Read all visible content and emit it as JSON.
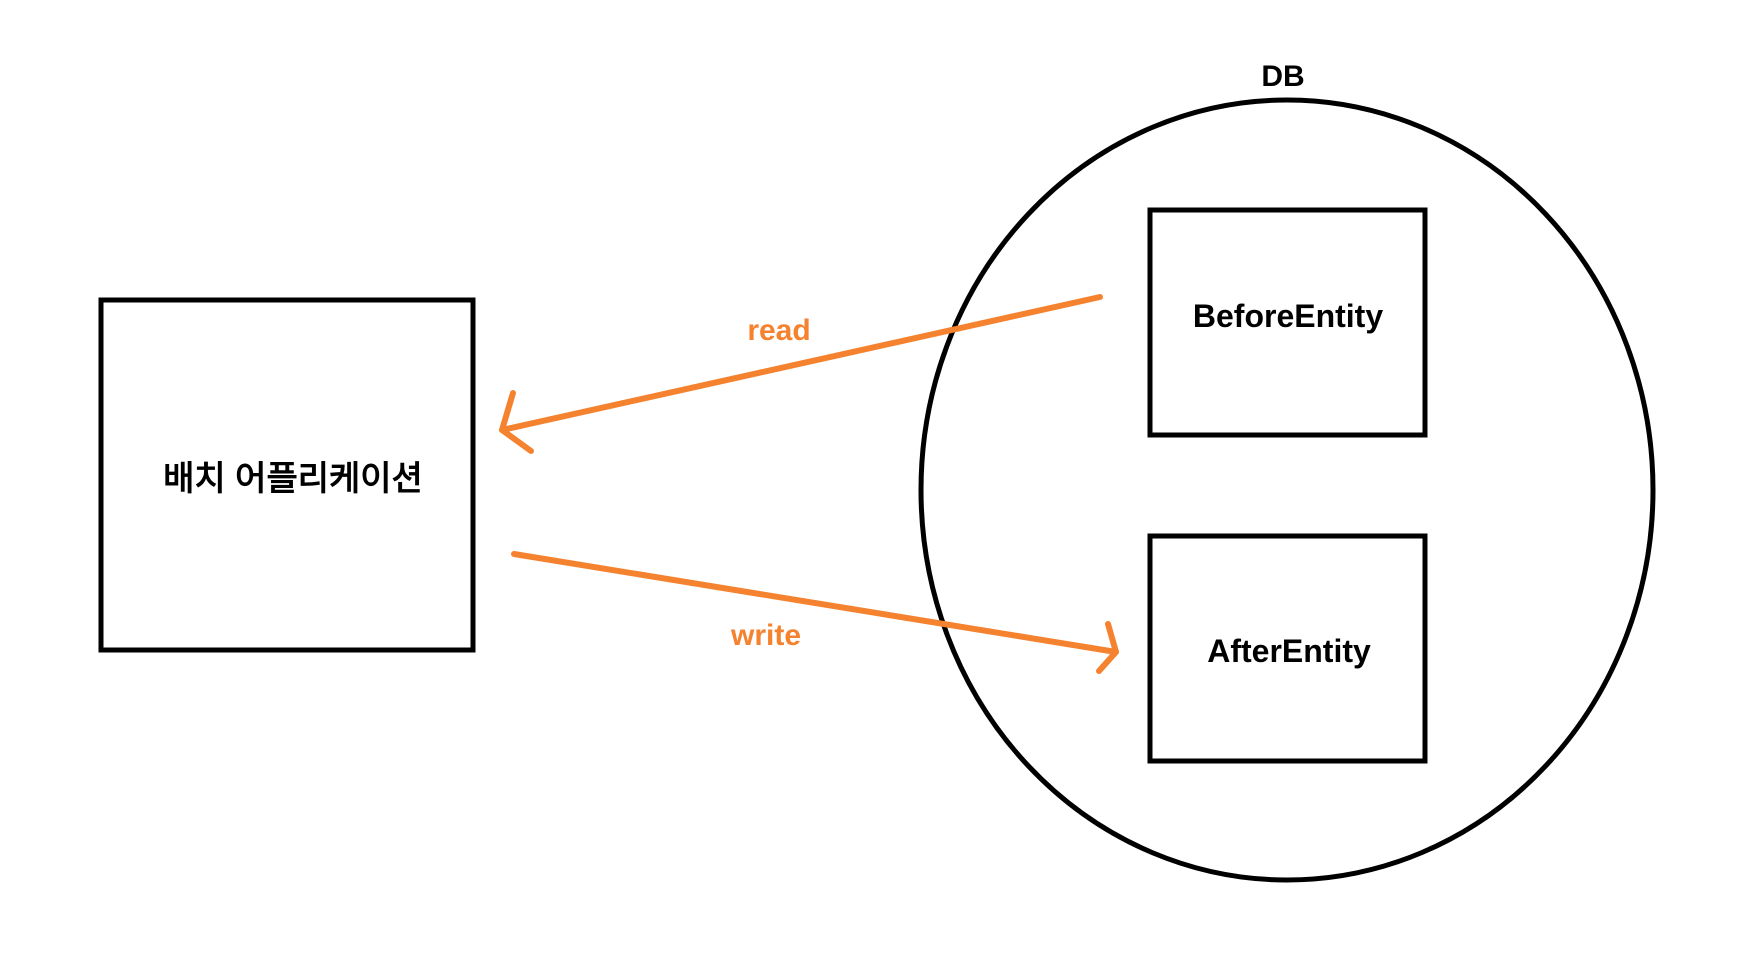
{
  "nodes": {
    "batch_app": {
      "label": "배치 어플리케이션"
    },
    "db": {
      "label": "DB"
    },
    "before_entity": {
      "label": "BeforeEntity"
    },
    "after_entity": {
      "label": "AfterEntity"
    }
  },
  "edges": {
    "read": {
      "label": "read",
      "from": "BeforeEntity",
      "to": "배치 어플리케이션"
    },
    "write": {
      "label": "write",
      "from": "배치 어플리케이션",
      "to": "AfterEntity"
    }
  },
  "colors": {
    "line": "#000000",
    "arrow": "#f5822f",
    "background": "#ffffff"
  }
}
